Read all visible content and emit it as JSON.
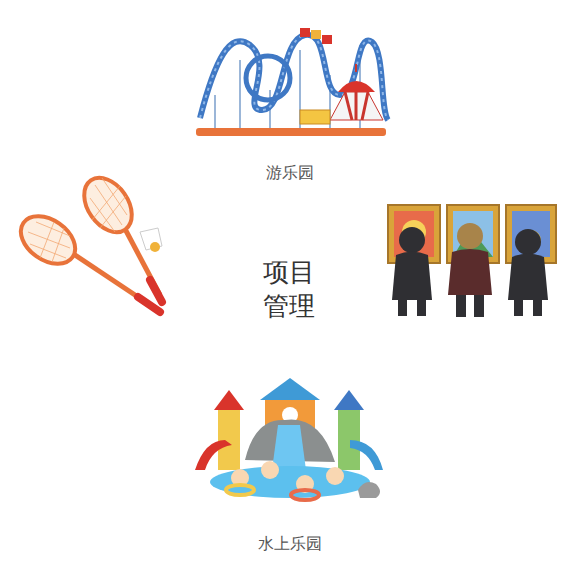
{
  "diagram": {
    "nodes": [
      {
        "text": [
          "游乐园"
        ]
      },
      {
        "text": [
          "羽毛球"
        ]
      },
      {
        "text": [
          "项目 管理"
        ]
      },
      {
        "text": [
          "画展"
        ]
      },
      {
        "text": [
          "水上乐园"
        ]
      }
    ]
  }
}
